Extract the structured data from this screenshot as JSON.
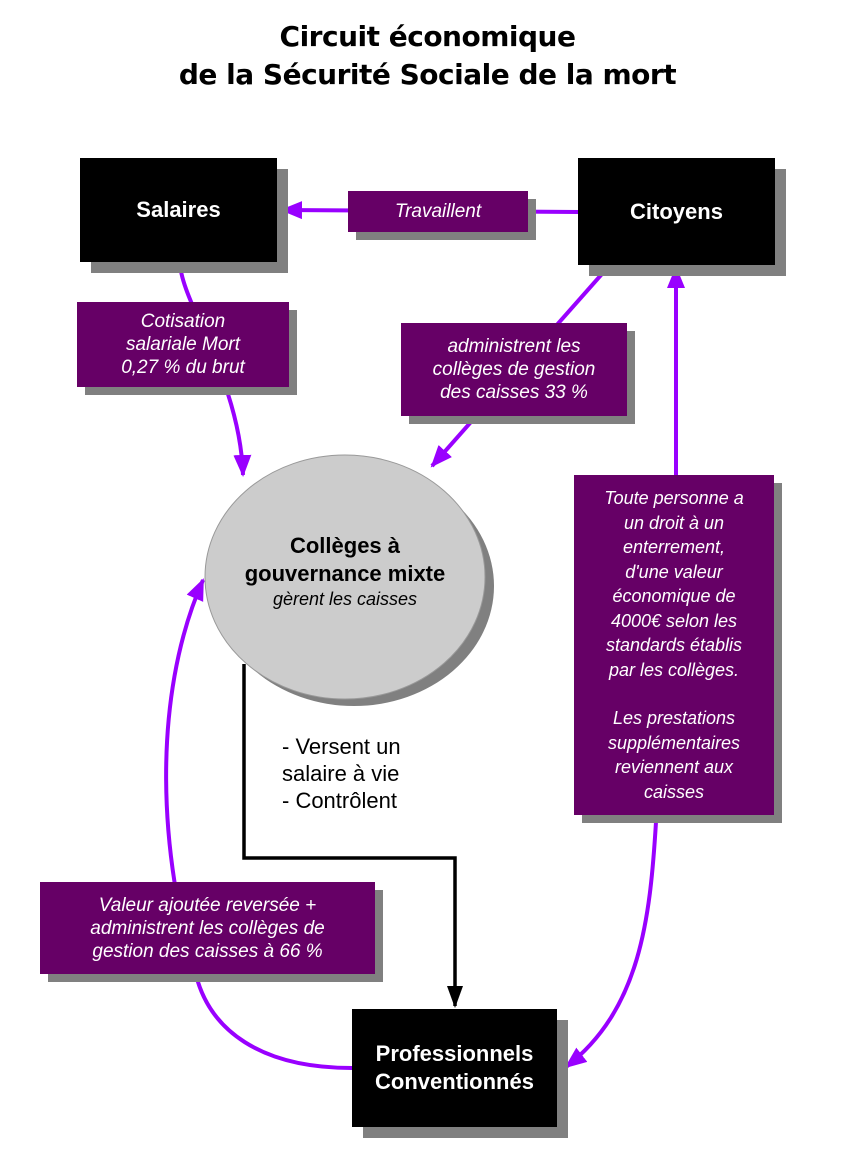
{
  "title": {
    "line1": "Circuit économique",
    "line2": "de la Sécurité Sociale de la mort"
  },
  "colors": {
    "node_fill": "#000000",
    "label_fill": "#660066",
    "arrow_purple": "#9900ff",
    "arrow_black": "#000000",
    "shadow": "#808080",
    "circle_fill": "#cccccc"
  },
  "nodes": {
    "salaires": "Salaires",
    "citoyens": "Citoyens",
    "professionnels_line1": "Professionnels",
    "professionnels_line2": "Conventionnés",
    "colleges_line1": "Collèges à",
    "colleges_line2": "gouvernance mixte",
    "colleges_sub": "gèrent les caisses"
  },
  "edge_labels": {
    "travaillent": "Travaillent",
    "cotisation": [
      "Cotisation",
      "salariale Mort",
      "0,27 % du brut"
    ],
    "administrent_33": [
      "administrent les",
      "collèges de gestion",
      "des caisses 33 %"
    ],
    "droit": [
      "Toute personne a",
      "un droit à un",
      "enterrement,",
      "d'une valeur",
      "économique de",
      "4000€ selon les",
      "standards établis",
      "par les collèges.",
      "",
      "Les prestations",
      "supplémentaires",
      "reviennent aux",
      "caisses"
    ],
    "valeur_ajoutee": [
      "Valeur ajoutée reversée +",
      "administrent les collèges de",
      "gestion des caisses à 66 %"
    ],
    "versent": [
      "- Versent un",
      "salaire à vie",
      "- Contrôlent"
    ]
  }
}
